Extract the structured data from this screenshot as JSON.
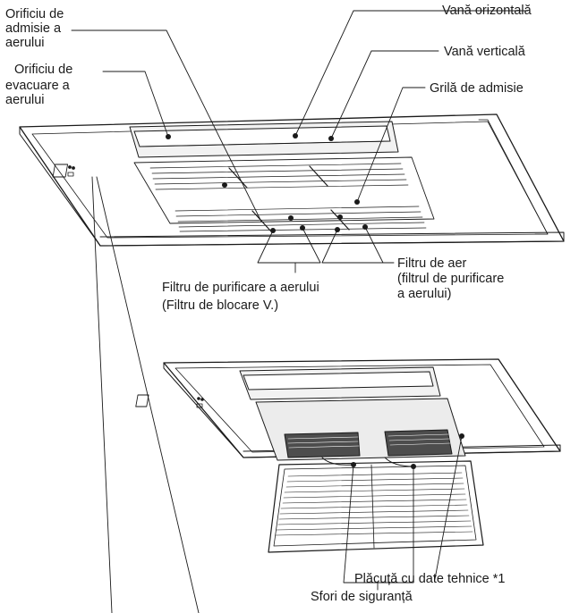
{
  "labels": {
    "intake_vent_l1": "Orificiu de",
    "intake_vent_l2": "admisie a",
    "intake_vent_l3": "aerului",
    "exhaust_vent_l1": "Orificiu de",
    "exhaust_vent_l2": "evacuare a",
    "exhaust_vent_l3": "aerului",
    "horizontal_vane": "Vană orizontală",
    "vertical_vane": "Vană verticală",
    "intake_grille": "Grilă de admisie",
    "air_filter_l1": "Filtru de aer",
    "air_filter_l2": "(filtrul de purificare",
    "air_filter_l3": "a aerului)",
    "purifying_filter_l1": "Filtru de purificare a aerului",
    "purifying_filter_l2": "(Filtru de blocare V.)",
    "safety_strings": "Sfori de siguranță",
    "spec_plate": "Plăcuță cu date tehnice *1"
  },
  "colors": {
    "line": "#1a1a1a",
    "panel_shade": "#e6e6e6",
    "panel_fill": "#ffffff",
    "filter_shade": "#d9d9d9"
  }
}
